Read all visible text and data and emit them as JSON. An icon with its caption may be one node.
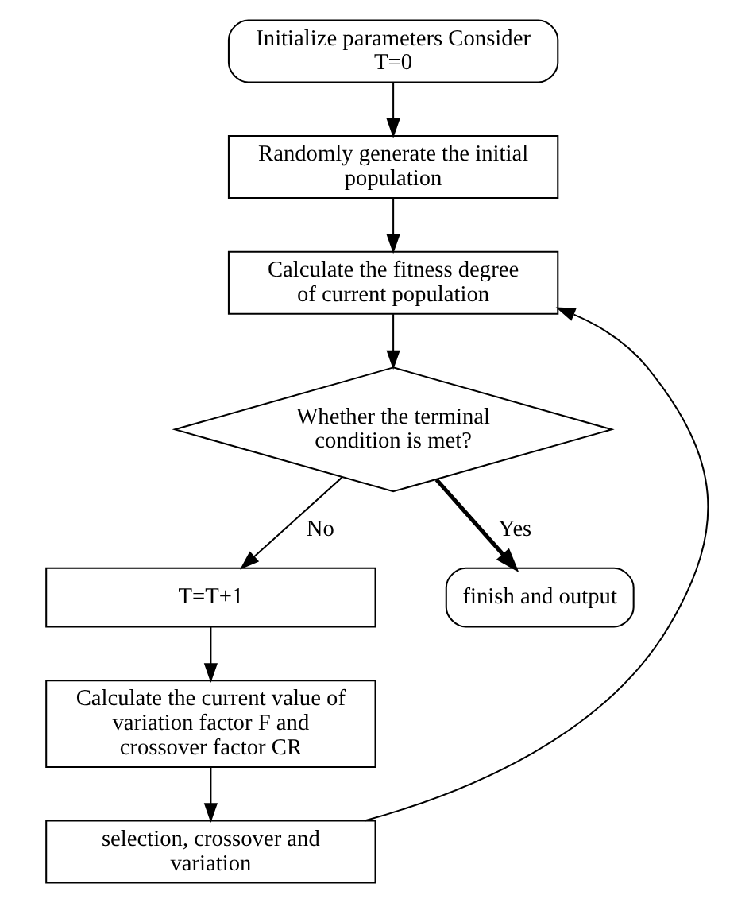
{
  "diagram": {
    "nodes": [
      {
        "text": [
          "Initialize parameters Consider T=0"
        ]
      },
      {
        "text": [
          "Randomly generate the initial population"
        ]
      },
      {
        "text": [
          "Calculate the fitness degree of current population"
        ]
      },
      {
        "text": [
          "Whether the terminal condition is met?"
        ]
      },
      {
        "text": [
          "T=T+1"
        ]
      },
      {
        "text": [
          "Calculate the current value of variation factor F and crossover factor CR"
        ]
      },
      {
        "text": [
          "selection, crossover and variation"
        ]
      },
      {
        "text": [
          "finish and output"
        ]
      }
    ],
    "edges": [
      {
        "from": 0,
        "to": 1,
        "arrow": "to"
      },
      {
        "from": 1,
        "to": 2,
        "arrow": "to"
      },
      {
        "from": 2,
        "to": 3,
        "arrow": "to"
      },
      {
        "from": 3,
        "to": 4,
        "arrow": "to",
        "label": "No"
      },
      {
        "from": 3,
        "to": 7,
        "arrow": "to",
        "label": "Yes",
        "style": "thick"
      },
      {
        "from": 4,
        "to": 5,
        "arrow": "to"
      },
      {
        "from": 5,
        "to": 6,
        "arrow": "to"
      },
      {
        "from": 6,
        "to": 2,
        "arrow": "to"
      }
    ]
  }
}
